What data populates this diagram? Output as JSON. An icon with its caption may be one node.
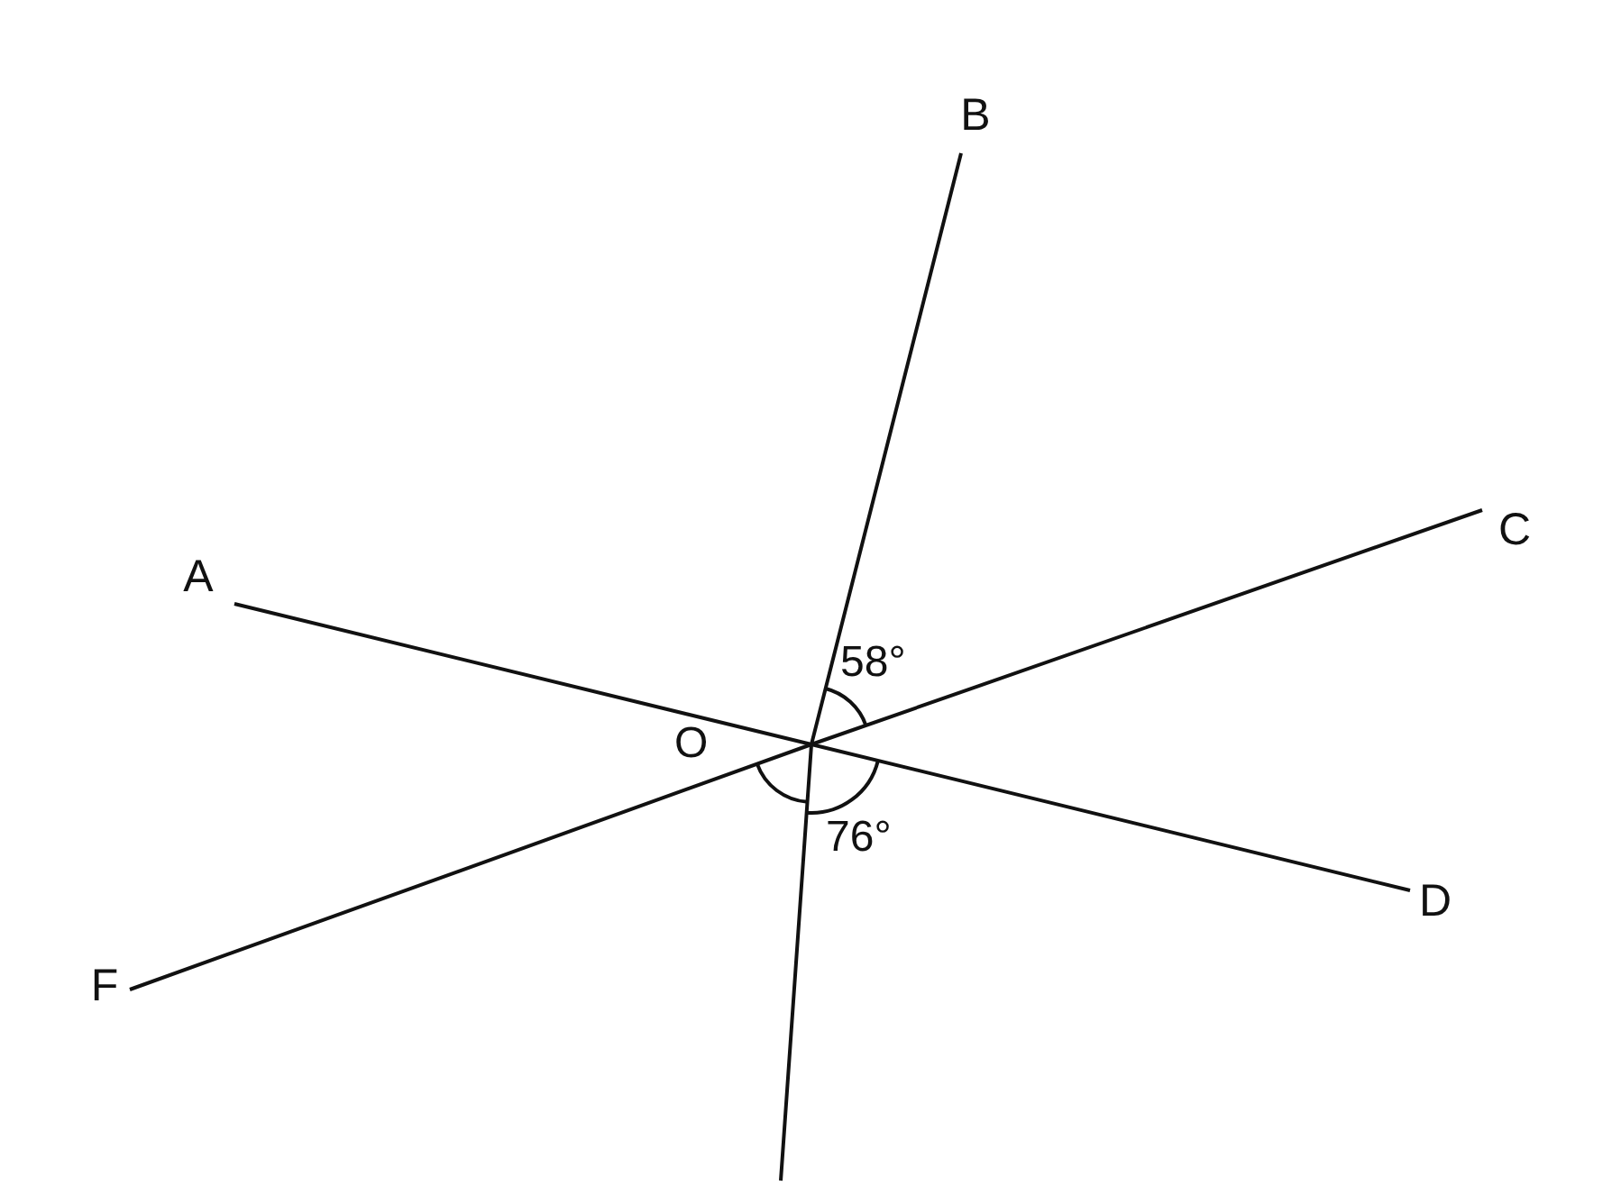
{
  "diagram": {
    "nodes": [
      {
        "text": [
          "A"
        ]
      },
      {
        "text": [
          "B"
        ]
      },
      {
        "text": [
          "C"
        ]
      },
      {
        "text": [
          "D"
        ]
      },
      {
        "text": [
          "F"
        ]
      }
    ],
    "edges": [
      {
        "from": 0,
        "to": 3,
        "arrow": "none"
      },
      {
        "from": 4,
        "to": 2,
        "arrow": "none"
      },
      {
        "from": 1,
        "to": null,
        "arrow": "none"
      }
    ],
    "labels": [
      "O",
      "58°",
      "76°"
    ]
  }
}
